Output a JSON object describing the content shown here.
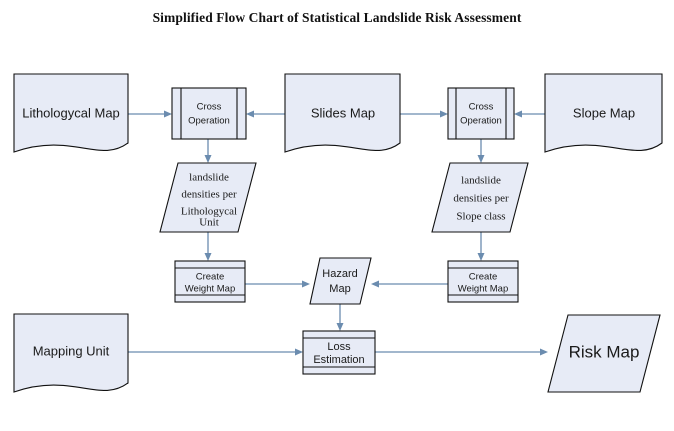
{
  "title": "Simplified Flow Chart of Statistical Landslide Risk Assessment",
  "colors": {
    "shape_fill": "#e7ebf6",
    "shape_stroke": "#111111",
    "connector": "#6b8caf",
    "background": "#ffffff",
    "text": "#1a1a1a"
  },
  "nodes": {
    "lithologycal_map": {
      "label": "Lithologycal Map",
      "shape": "document"
    },
    "cross_operation_left": {
      "label_line1": "Cross",
      "label_line2": "Operation",
      "shape": "predefined-process"
    },
    "slides_map": {
      "label": "Slides Map",
      "shape": "document"
    },
    "cross_operation_right": {
      "label_line1": "Cross",
      "label_line2": "Operation",
      "shape": "predefined-process"
    },
    "slope_map": {
      "label": "Slope Map",
      "shape": "document"
    },
    "densities_litho": {
      "shape": "parallelogram",
      "lines": [
        "landslide",
        "densities per",
        "Lithologycal",
        "Unit"
      ]
    },
    "densities_slope": {
      "shape": "parallelogram",
      "lines": [
        "landslide",
        "densities per",
        "Slope class"
      ]
    },
    "create_weight_map_left": {
      "label_line1": "Create",
      "label_line2": "Weight Map",
      "shape": "internal-storage"
    },
    "hazard_map": {
      "label_line1": "Hazard",
      "label_line2": "Map",
      "shape": "parallelogram"
    },
    "create_weight_map_right": {
      "label_line1": "Create",
      "label_line2": "Weight Map",
      "shape": "internal-storage"
    },
    "mapping_unit": {
      "label": "Mapping Unit",
      "shape": "document"
    },
    "loss_estimation": {
      "label_line1": "Loss",
      "label_line2": "Estimation",
      "shape": "internal-storage"
    },
    "risk_map": {
      "label": "Risk Map",
      "shape": "parallelogram"
    }
  },
  "connections": [
    {
      "from": "lithologycal_map",
      "to": "cross_operation_left",
      "direction": "right"
    },
    {
      "from": "slides_map",
      "to": "cross_operation_left",
      "direction": "left"
    },
    {
      "from": "slides_map",
      "to": "cross_operation_right",
      "direction": "right"
    },
    {
      "from": "slope_map",
      "to": "cross_operation_right",
      "direction": "left"
    },
    {
      "from": "cross_operation_left",
      "to": "densities_litho",
      "direction": "down"
    },
    {
      "from": "cross_operation_right",
      "to": "densities_slope",
      "direction": "down"
    },
    {
      "from": "densities_litho",
      "to": "create_weight_map_left",
      "direction": "down"
    },
    {
      "from": "densities_slope",
      "to": "create_weight_map_right",
      "direction": "down"
    },
    {
      "from": "create_weight_map_left",
      "to": "hazard_map",
      "direction": "right"
    },
    {
      "from": "create_weight_map_right",
      "to": "hazard_map",
      "direction": "left"
    },
    {
      "from": "hazard_map",
      "to": "loss_estimation",
      "direction": "down"
    },
    {
      "from": "mapping_unit",
      "to": "loss_estimation",
      "direction": "right"
    },
    {
      "from": "loss_estimation",
      "to": "risk_map",
      "direction": "right"
    }
  ]
}
